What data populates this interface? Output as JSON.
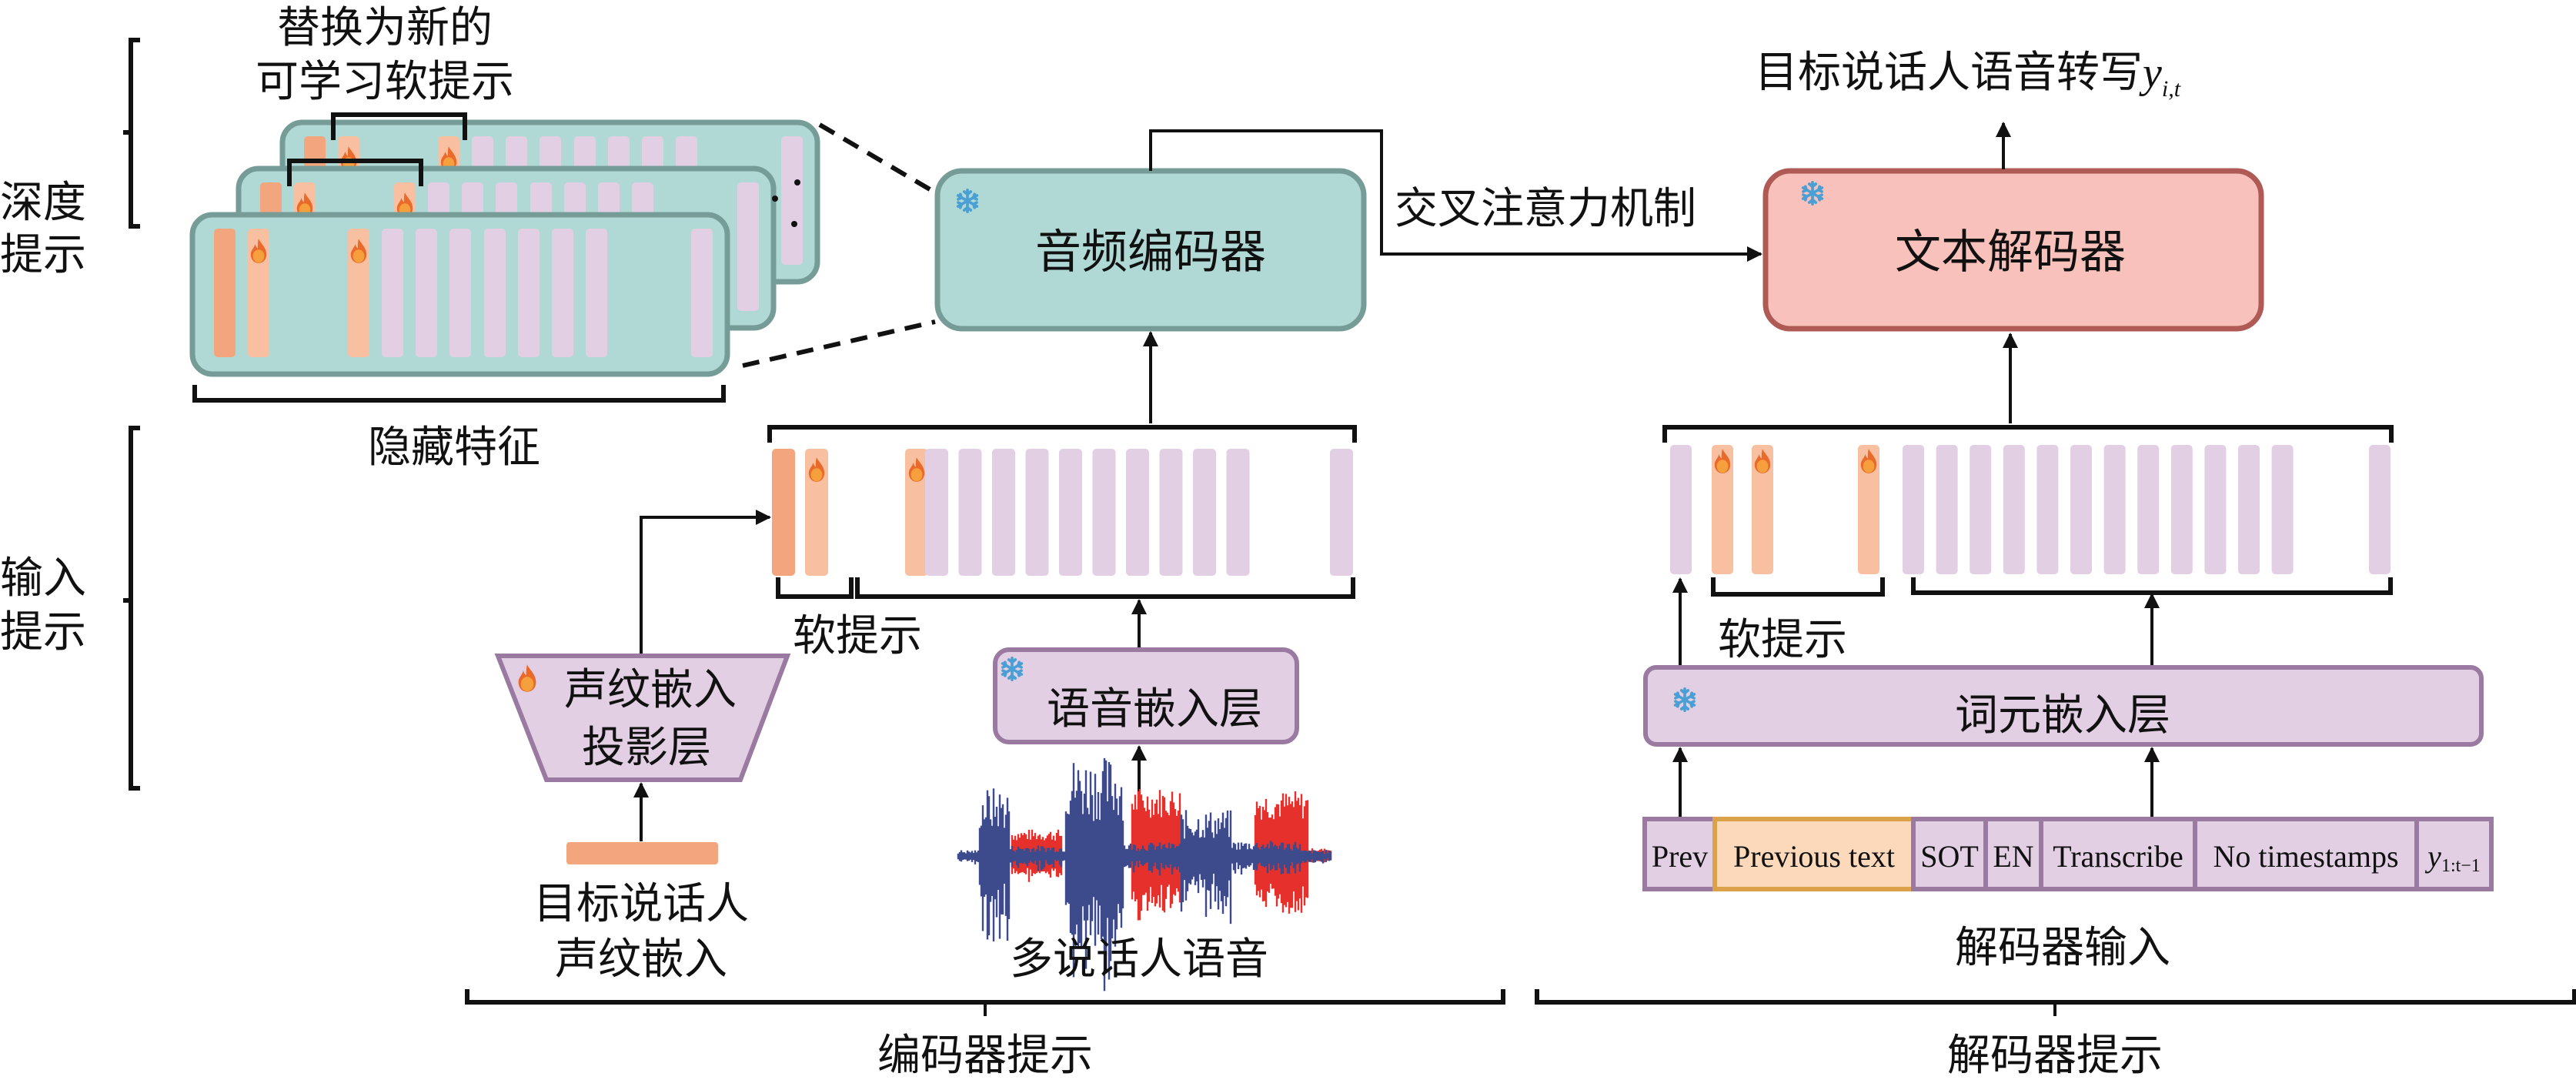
{
  "colors": {
    "teal_fill": "#b0d9d5",
    "teal_stroke": "#769c98",
    "decoder_fill": "#f8c1bb",
    "decoder_stroke": "#b05a55",
    "lavender_fill": "#e2cfe4",
    "lavender_stroke": "#9a7aa0",
    "orange_dark": "#f3a57e",
    "orange_light": "#f8c0a0",
    "prev_text_fill": "#fcd9bb",
    "prev_text_stroke": "#dba24a",
    "flame_outer": "#ea6a2c",
    "flame_inner": "#f5a03c",
    "snowflake": "#4a9fd4",
    "wave_blue": "#3d4a8c",
    "wave_red": "#e5302c"
  },
  "left_labels": {
    "deep_prompt": [
      "深度",
      "提示"
    ],
    "input_prompt": [
      "输入",
      "提示"
    ]
  },
  "deep_prompt": {
    "title": [
      "替换为新的",
      "可学习软提示"
    ],
    "hidden_features_label": "隐藏特征",
    "layers": 3,
    "tokens": [
      {
        "kind": "speaker",
        "trainable": false
      },
      {
        "kind": "soft",
        "trainable": true
      },
      {
        "kind": "soft",
        "trainable": true
      },
      {
        "kind": "feature"
      },
      {
        "kind": "feature"
      },
      {
        "kind": "feature"
      },
      {
        "kind": "feature"
      },
      {
        "kind": "feature"
      },
      {
        "kind": "feature"
      },
      {
        "kind": "feature"
      },
      {
        "kind": "feature",
        "after_gap": true
      }
    ]
  },
  "encoder": {
    "label": "音频编码器",
    "frozen": true,
    "cross_attention_label": "交叉注意力机制",
    "input_tokens": {
      "speaker_count": 1,
      "soft_prompt_count": 2,
      "speech_count": 10,
      "speech_after_gap": 1
    },
    "soft_prompt_label": "软提示",
    "speaker_projection_label": [
      "声纹嵌入",
      "投影层"
    ],
    "speaker_projection_trainable": true,
    "speech_embedding_label": "语音嵌入层",
    "speech_embedding_frozen": true,
    "target_speaker_embedding_label": [
      "目标说话人",
      "声纹嵌入"
    ],
    "multi_speaker_speech_label": "多说话人语音",
    "section_label": "编码器提示"
  },
  "decoder": {
    "label": "文本解码器",
    "frozen": true,
    "output_label": "目标说话人语音转写",
    "output_symbol": "y",
    "output_subscript": "i,t",
    "input_tokens": {
      "leading_count": 1,
      "soft_prompt_count": 3,
      "text_count": 12,
      "text_after_gap": 1
    },
    "soft_prompt_label": "软提示",
    "token_embedding_label": "词元嵌入层",
    "token_embedding_frozen": true,
    "input_sequence": [
      {
        "label": "Prev",
        "highlight": false
      },
      {
        "label": "Previous text",
        "highlight": true
      },
      {
        "label": "SOT",
        "highlight": false
      },
      {
        "label": "EN",
        "highlight": false
      },
      {
        "label": "Transcribe",
        "highlight": false
      },
      {
        "label": "No timestamps",
        "highlight": false
      },
      {
        "label": "y",
        "subscript": "1:t−1",
        "highlight": false
      }
    ],
    "input_label": "解码器输入",
    "section_label": "解码器提示"
  },
  "icons": {
    "frozen": "snowflake-icon",
    "trainable": "flame-icon"
  }
}
